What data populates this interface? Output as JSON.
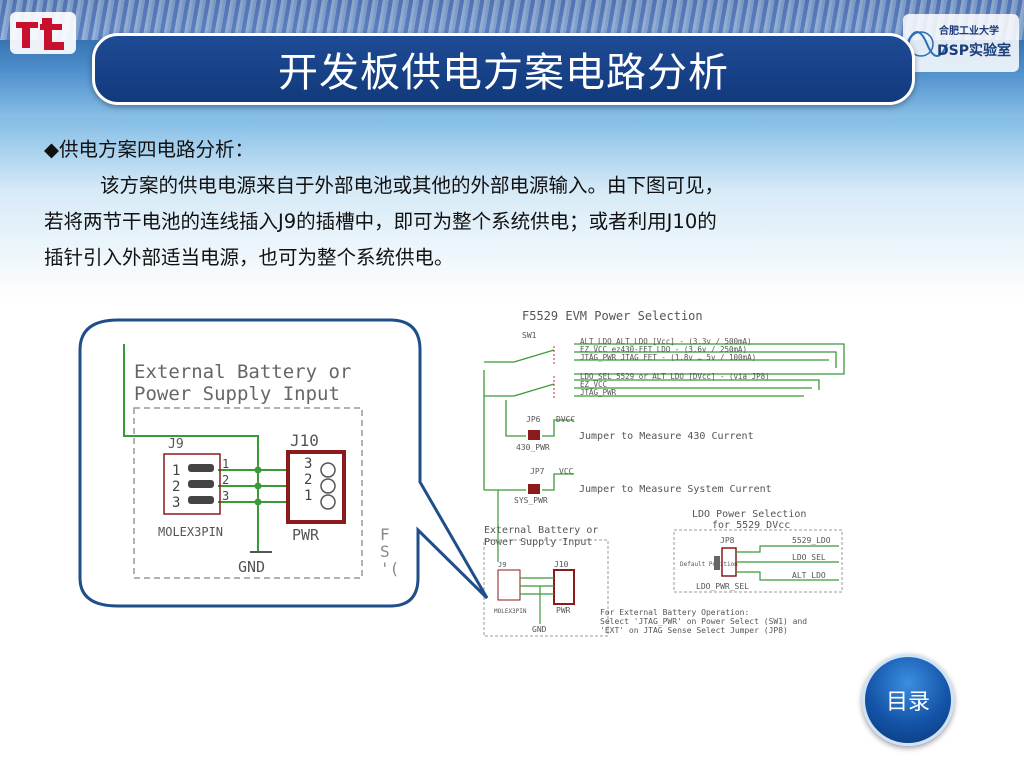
{
  "header": {
    "title": "开发板供电方案电路分析",
    "logo_right_text_top": "合肥工业大学",
    "logo_right_text_bottom": "DSP实验室"
  },
  "body": {
    "heading": "◆供电方案四电路分析：",
    "paragraph_line1": "该方案的供电电源来自于外部电池或其他的外部电源输入。由下图可见，",
    "paragraph_line2": "若将两节干电池的连线插入J9的插槽中，即可为整个系统供电；或者利用J10的",
    "paragraph_line3": "插针引入外部适当电源，也可为整个系统供电。"
  },
  "schematic": {
    "title": "F5529 EVM Power Selection",
    "sw1": "SW1",
    "sw_rows": [
      "ALT_LDO    ALT_LDO [Vcc] - (3.3v / 500mA)",
      "EZ_VCC     ez430-FET LDO - (3.6v / 250mA)",
      "JTAG_PWR   JTAG FET - (1.8v … 5v / 100mA)",
      "LDO_SEL    5529 or ALT LDO [DVcc] - (via JP8)",
      "EZ_VCC",
      "JTAG_PWR"
    ],
    "jp6": "JP6",
    "dvcc": "DVCC",
    "jp6_note": "Jumper to Measure 430 Current",
    "pwr430": "430_PWR",
    "jp7": "JP7",
    "vcc": "VCC",
    "jp7_note": "Jumper to Measure System Current",
    "sys_pwr": "SYS_PWR",
    "ldo_title1": "LDO Power Selection",
    "ldo_title2": "for 5529 DVcc",
    "jp8": "JP8",
    "ldo_5529": "5529_LDO",
    "ldo_sel": "LDO_SEL",
    "alt_ldo": "ALT_LDO",
    "default_pos": "Default Position",
    "ldo_pwr_sel": "LDO_PWR_SEL",
    "ext_title1": "External Battery or",
    "ext_title2": "Power Supply Input",
    "j9": "J9",
    "j10": "J10",
    "molex": "MOLEX3PIN",
    "pwr": "PWR",
    "gnd": "GND",
    "note1": "For External Battery Operation:",
    "note2": "Select 'JTAG_PWR' on Power Select (SW1) and",
    "note3": "'EXT' on JTAG Sense Select Jumper (JP8)"
  },
  "zoom": {
    "title1": "External Battery or",
    "title2": "Power Supply Input",
    "j9": "J9",
    "j10": "J10",
    "molex": "MOLEX3PIN",
    "pwr": "PWR",
    "gnd": "GND",
    "pins": [
      "1",
      "2",
      "3"
    ],
    "j10_pins": [
      "3",
      "2",
      "1"
    ],
    "cut_text": [
      "F",
      "S",
      "'("
    ]
  },
  "nav": {
    "toc_label": "目录"
  },
  "colors": {
    "wire": "#3a9a3a",
    "connector": "#8b1a1a",
    "title_bg": "#1e4b95",
    "bubble_border": "#1f4f8a"
  }
}
